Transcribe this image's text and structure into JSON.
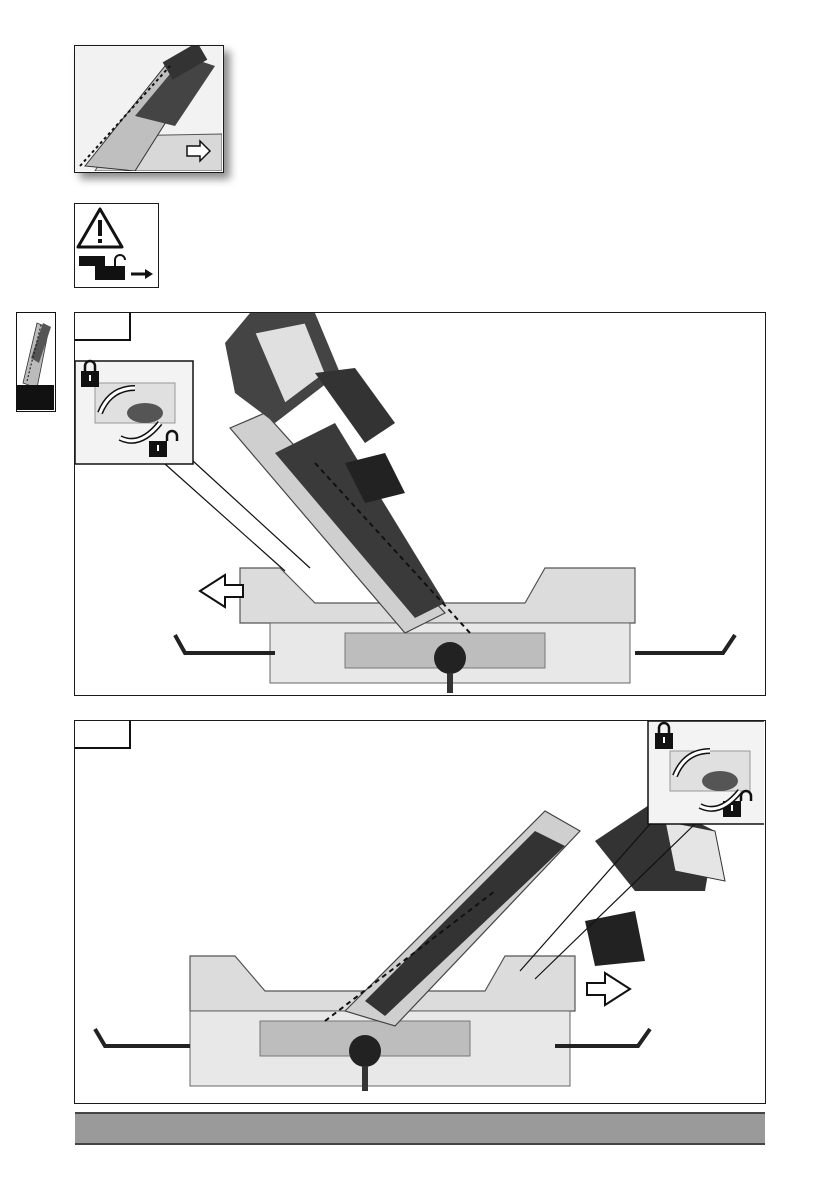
{
  "page": {
    "figures": [
      {
        "id": "top-thumbnail",
        "description_icon": "miter-saw-tilted-left-icon"
      },
      {
        "id": "warning-box",
        "icon": "warning-triangle-icon",
        "secondary_icon": "unlock-arrow-icon"
      },
      {
        "id": "figure-1",
        "direction": "left"
      },
      {
        "id": "figure-2",
        "direction": "right"
      }
    ],
    "lock_icons": [
      "padlock-locked-icon",
      "padlock-unlocked-icon"
    ],
    "colors": {
      "frame": "#1a1a1a",
      "saw_body": "#d9d9d9",
      "saw_dark": "#2a2a2a",
      "footer_bar": "#9a9a9a"
    }
  }
}
